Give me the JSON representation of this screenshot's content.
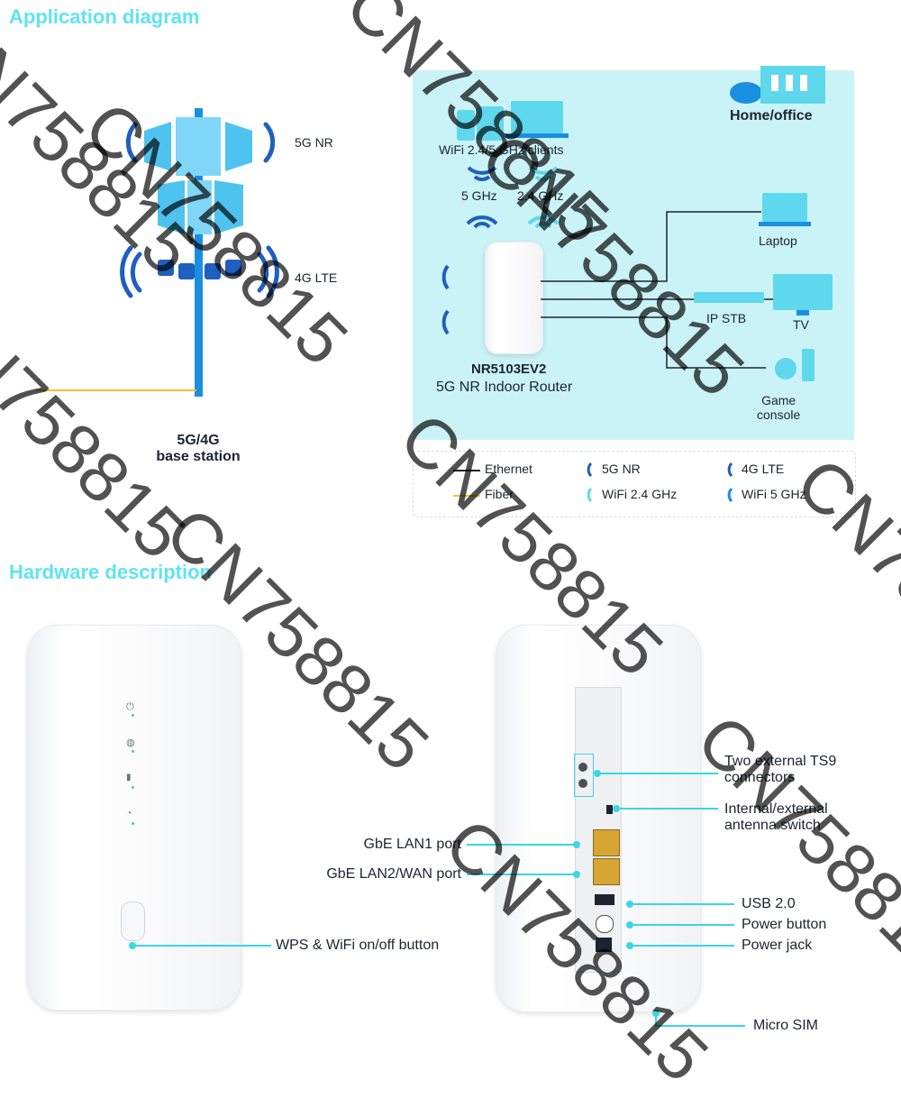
{
  "sections": {
    "application_title": "Application diagram",
    "hardware_title": "Hardware description"
  },
  "base_station": {
    "label_5g": "5G NR",
    "label_4g": "4G LTE",
    "name_line1": "5G/4G",
    "name_line2": "base station"
  },
  "home": {
    "title": "Home/office",
    "clients": "WiFi 2.4/5 GHz clients",
    "band_5": "5 GHz",
    "band_24": "2.4 GHz",
    "laptop": "Laptop",
    "iptv": "IP STB",
    "tv": "TV",
    "game_line1": "Game",
    "game_line2": "console",
    "router_model": "NR5103EV2",
    "router_desc": "5G NR Indoor Router"
  },
  "legend": {
    "ethernet": "Ethernet",
    "fiber": "Fiber",
    "nr5g": "5G NR",
    "wifi24": "WiFi 2.4 GHz",
    "lte4g": "4G LTE",
    "wifi5": "WiFi 5 GHz"
  },
  "hardware": {
    "wps": "WPS & WiFi on/off button",
    "lan1": "GbE LAN1 port",
    "lan2": "GbE LAN2/WAN port",
    "ts9_line1": "Two external TS9",
    "ts9_line2": "connectors",
    "ant_line1": "Internal/external",
    "ant_line2": "antenna switch",
    "usb": "USB 2.0",
    "power_button": "Power button",
    "power_jack": "Power jack",
    "sim": "Micro SIM"
  },
  "watermark": "CN758815",
  "colors": {
    "accent": "#39d6e6",
    "title": "#5fe3f0",
    "panel": "#c9f3f7",
    "signal_dark": "#1f5fbf",
    "signal_light": "#5fd8ee",
    "antenna": "#1a8fe0",
    "fiber": "#f2c230"
  }
}
